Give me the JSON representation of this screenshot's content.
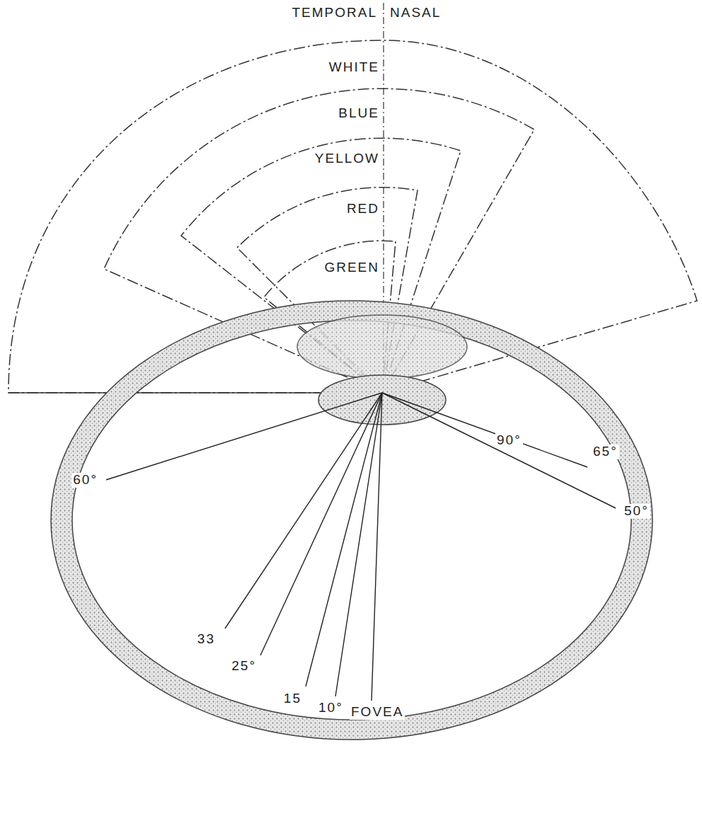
{
  "diagram": {
    "labels": [
      "TEMPORAL",
      "NASAL",
      "WHITE",
      "BLUE",
      "YELLOW",
      "RED",
      "GREEN",
      "90°",
      "65°",
      "50°",
      "60°",
      "33",
      "25°",
      "15",
      "10°",
      "FOVEA"
    ]
  }
}
